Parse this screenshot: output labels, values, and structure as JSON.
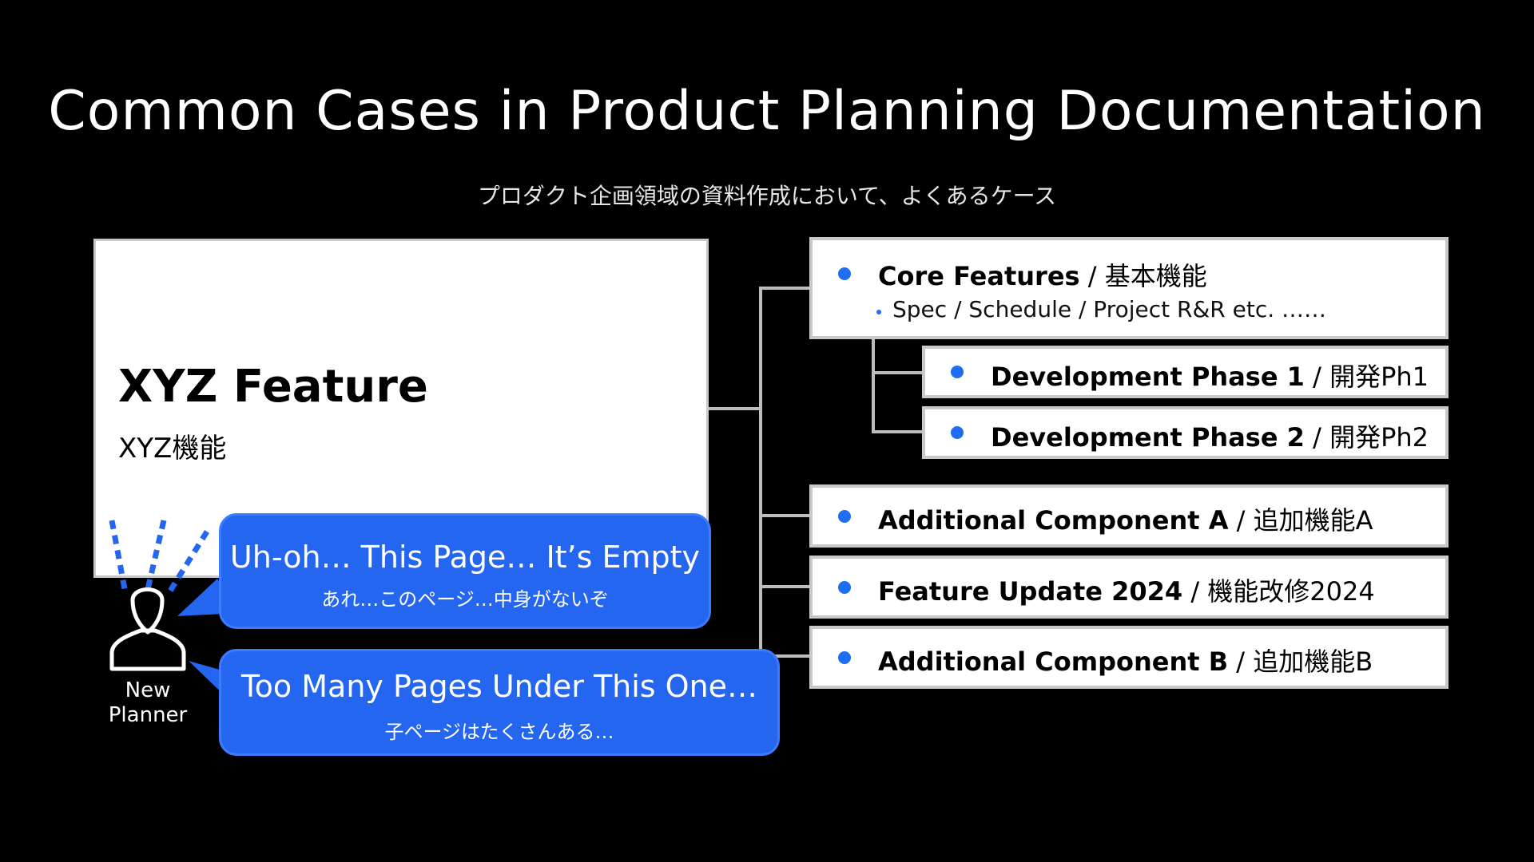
{
  "title": "Common Cases in Product Planning Documentation",
  "subtitle": "プロダクト企画領域の資料作成において、よくあるケース",
  "feature": {
    "title": "XYZ Feature",
    "subtitle": "XYZ機能"
  },
  "nodes": {
    "core": {
      "title": "Core Features",
      "separator": "/",
      "jp": "基本機能",
      "detail": "Spec / Schedule / Project R&R etc. ……"
    },
    "dev1": {
      "title": "Development Phase 1",
      "separator": "/",
      "jp": "開発Ph1"
    },
    "dev2": {
      "title": "Development Phase 2",
      "separator": "/",
      "jp": "開発Ph2"
    },
    "compA": {
      "title": "Additional Component A",
      "separator": "/",
      "jp": "追加機能A"
    },
    "update": {
      "title": "Feature Update 2024",
      "separator": "/",
      "jp": "機能改修2024"
    },
    "compB": {
      "title": "Additional Component B",
      "separator": "/",
      "jp": "追加機能B"
    }
  },
  "bubbles": {
    "empty": {
      "main": "Uh-oh… This Page… It’s Empty",
      "jp": "あれ…このページ…中身がないぞ"
    },
    "many": {
      "main": "Too Many Pages Under This One…",
      "jp": "子ページはたくさんある…"
    }
  },
  "planner": {
    "line1": "New",
    "line2": "Planner"
  },
  "colors": {
    "background": "#000000",
    "accent": "#2466f0",
    "dot": "#1d6ef0",
    "connector": "#bdbdbd",
    "box_border": "#c9c9c9"
  }
}
